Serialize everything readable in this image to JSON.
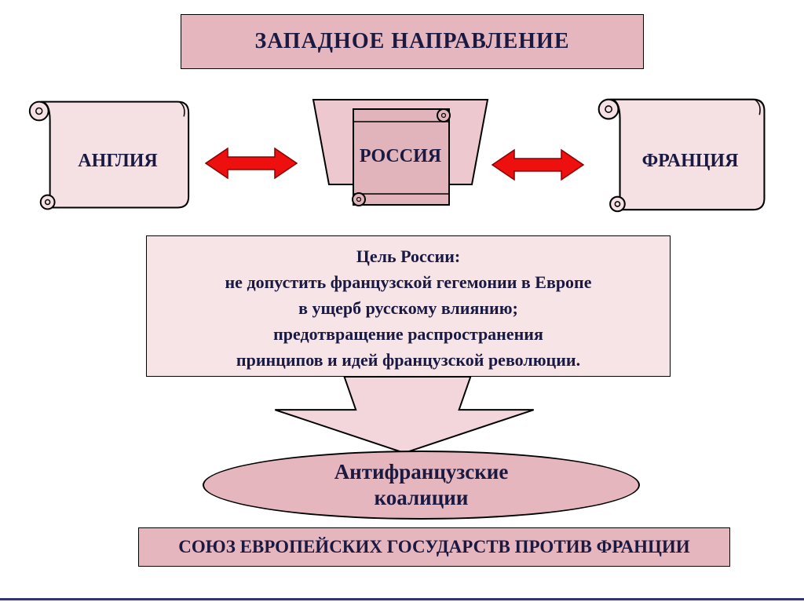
{
  "slide": {
    "title": "ЗАПАДНОЕ НАПРАВЛЕНИЕ",
    "nodes": {
      "england": "АНГЛИЯ",
      "russia": "РОССИЯ",
      "france": "ФРАНЦИЯ"
    },
    "goal_lines": [
      "Цель России:",
      "не допустить французской гегемонии в Европе",
      "в ущерб русскому влиянию;",
      "предотвращение распространения",
      "принципов и идей французской революции."
    ],
    "coalition_line1": "Антифранцузские",
    "coalition_line2": "коалиции",
    "footer": "СОЮЗ ЕВРОПЕЙСКИХ ГОСУДАРСТВ ПРОТИВ ФРАНЦИИ",
    "colors": {
      "header_fill": "#e6b6bf",
      "scroll_fill": "#f5e0e4",
      "banner_fill": "#edc8ce",
      "russia_scroll_fill": "#e1b3bb",
      "goal_fill": "#f7e4e7",
      "down_arrow_fill": "#f2d6db",
      "red_arrow": "#ee0f0f",
      "text": "#191942",
      "bottom_rule": "#333377"
    }
  }
}
